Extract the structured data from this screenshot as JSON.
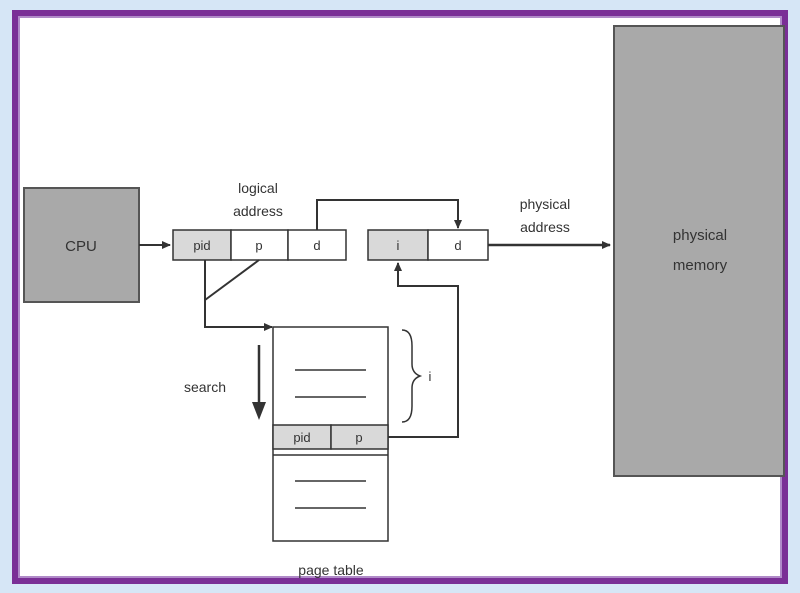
{
  "diagram": {
    "cpu_label": "CPU",
    "logical_address_label_line1": "logical",
    "logical_address_label_line2": "address",
    "physical_address_label_line1": "physical",
    "physical_address_label_line2": "address",
    "physical_memory_label_line1": "physical",
    "physical_memory_label_line2": "memory",
    "logical_fields": [
      "pid",
      "p",
      "d"
    ],
    "physical_fields": [
      "i",
      "d"
    ],
    "table_entry_fields": [
      "pid",
      "p"
    ],
    "search_label": "search",
    "index_label": "i",
    "page_table_label": "page table"
  },
  "colors": {
    "frame": "#7a2f96",
    "box_fill": "#a9a9a9",
    "field_fill": "#d9d9d9",
    "line": "#333333"
  }
}
